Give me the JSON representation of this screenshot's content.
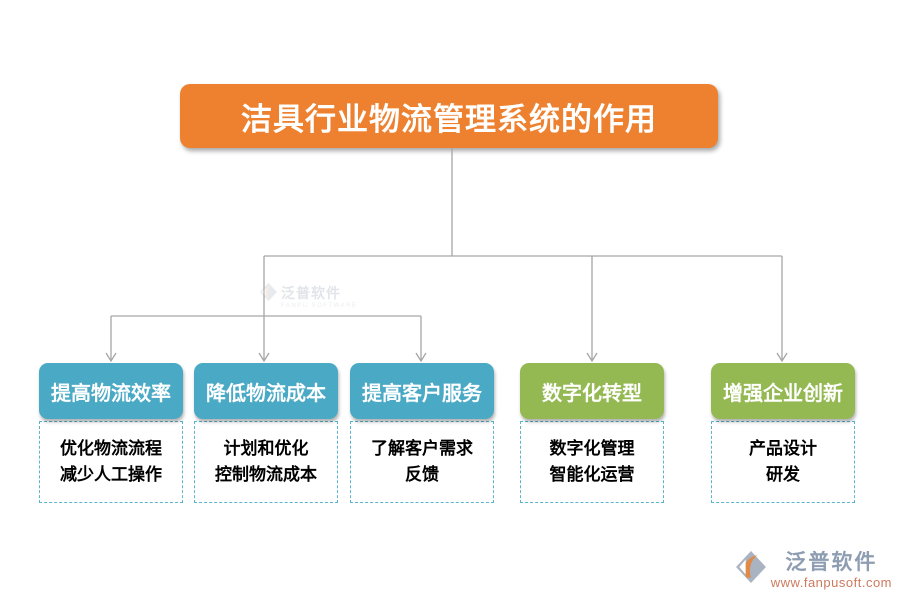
{
  "title": "洁具行业物流管理系统的作用",
  "nodes": [
    {
      "header": "提高物流效率",
      "body_lines": [
        "优化物流流程",
        "减少人工操作"
      ],
      "color_key": "blue"
    },
    {
      "header": "降低物流成本",
      "body_lines": [
        "计划和优化",
        "控制物流成本"
      ],
      "color_key": "blue"
    },
    {
      "header": "提高客户服务",
      "body_lines": [
        "了解客户需求",
        "反馈"
      ],
      "color_key": "blue"
    },
    {
      "header": "数字化转型",
      "body_lines": [
        "数字化管理",
        "智能化运营"
      ],
      "color_key": "green"
    },
    {
      "header": "增强企业创新",
      "body_lines": [
        "产品设计",
        "研发"
      ],
      "color_key": "green"
    }
  ],
  "colors": {
    "title_bg": "#ED812F",
    "blue": "#4AA9C5",
    "green": "#95B952",
    "line": "#A6A6A6",
    "dash_border": "#58B4CF",
    "wm_brand": "#8E9DB2",
    "wm_url": "#CC7A5E"
  },
  "watermark_center": {
    "brand": "泛普软件",
    "sub": "FANPU SOFTWARE"
  },
  "watermark_footer": {
    "brand": "泛普软件",
    "url": "www.fanpusoft.com"
  }
}
